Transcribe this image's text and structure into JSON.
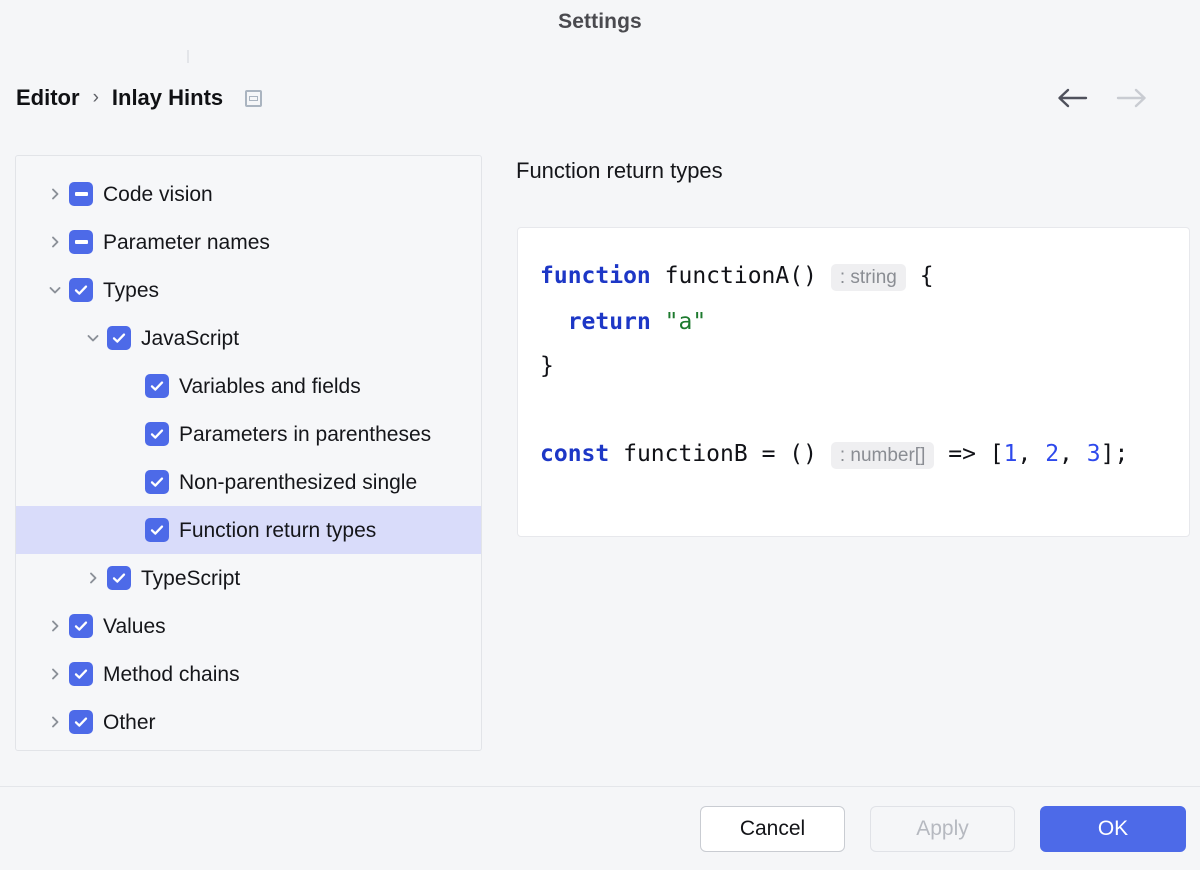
{
  "window": {
    "title": "Settings"
  },
  "breadcrumb": {
    "root": "Editor",
    "separator": "›",
    "current": "Inlay Hints",
    "panel_icon": "panel-icon"
  },
  "nav": {
    "back_icon": "arrow-left-icon",
    "forward_icon": "arrow-right-icon",
    "back_enabled": true,
    "forward_enabled": false
  },
  "tree": {
    "items": [
      {
        "label": "Code vision",
        "level": 0,
        "state": "indeterminate",
        "chevron": "collapsed",
        "selected": false
      },
      {
        "label": "Parameter names",
        "level": 0,
        "state": "indeterminate",
        "chevron": "collapsed",
        "selected": false
      },
      {
        "label": "Types",
        "level": 0,
        "state": "checked",
        "chevron": "expanded",
        "selected": false
      },
      {
        "label": "JavaScript",
        "level": 1,
        "state": "checked",
        "chevron": "expanded",
        "selected": false
      },
      {
        "label": "Variables and fields",
        "level": 2,
        "state": "checked",
        "chevron": "none",
        "selected": false
      },
      {
        "label": "Parameters in parentheses",
        "level": 2,
        "state": "checked",
        "chevron": "none",
        "selected": false
      },
      {
        "label": "Non-parenthesized single",
        "level": 2,
        "state": "checked",
        "chevron": "none",
        "selected": false
      },
      {
        "label": "Function return types",
        "level": 2,
        "state": "checked",
        "chevron": "none",
        "selected": true
      },
      {
        "label": "TypeScript",
        "level": 1,
        "state": "checked",
        "chevron": "collapsed",
        "selected": false
      },
      {
        "label": "Values",
        "level": 0,
        "state": "checked",
        "chevron": "collapsed",
        "selected": false
      },
      {
        "label": "Method chains",
        "level": 0,
        "state": "checked",
        "chevron": "collapsed",
        "selected": false
      },
      {
        "label": "Other",
        "level": 0,
        "state": "checked",
        "chevron": "collapsed",
        "selected": false
      }
    ]
  },
  "detail": {
    "title": "Function return types",
    "code": {
      "line1": {
        "kw": "function",
        "name": " functionA()",
        "hint": ": string",
        "tail": " {"
      },
      "line2": {
        "kw": "return",
        "str": "\"a\""
      },
      "line3": "}",
      "line5": {
        "kw": "const",
        "name": " functionB = ()",
        "hint": ": number[]",
        "arrow": " => [",
        "n1": "1",
        "sep1": ", ",
        "n2": "2",
        "sep2": ", ",
        "n3": "3",
        "tail": "];"
      }
    }
  },
  "footer": {
    "cancel_label": "Cancel",
    "apply_label": "Apply",
    "ok_label": "OK",
    "apply_enabled": false
  },
  "colors": {
    "accent": "#4d6ae8",
    "selection": "#d9dcfa",
    "background": "#f5f6f8",
    "keyword": "#1d37c6",
    "string": "#1d7a2e",
    "number": "#2e49ec",
    "hint_text": "#8a8d93",
    "hint_bg": "#efeff1"
  }
}
